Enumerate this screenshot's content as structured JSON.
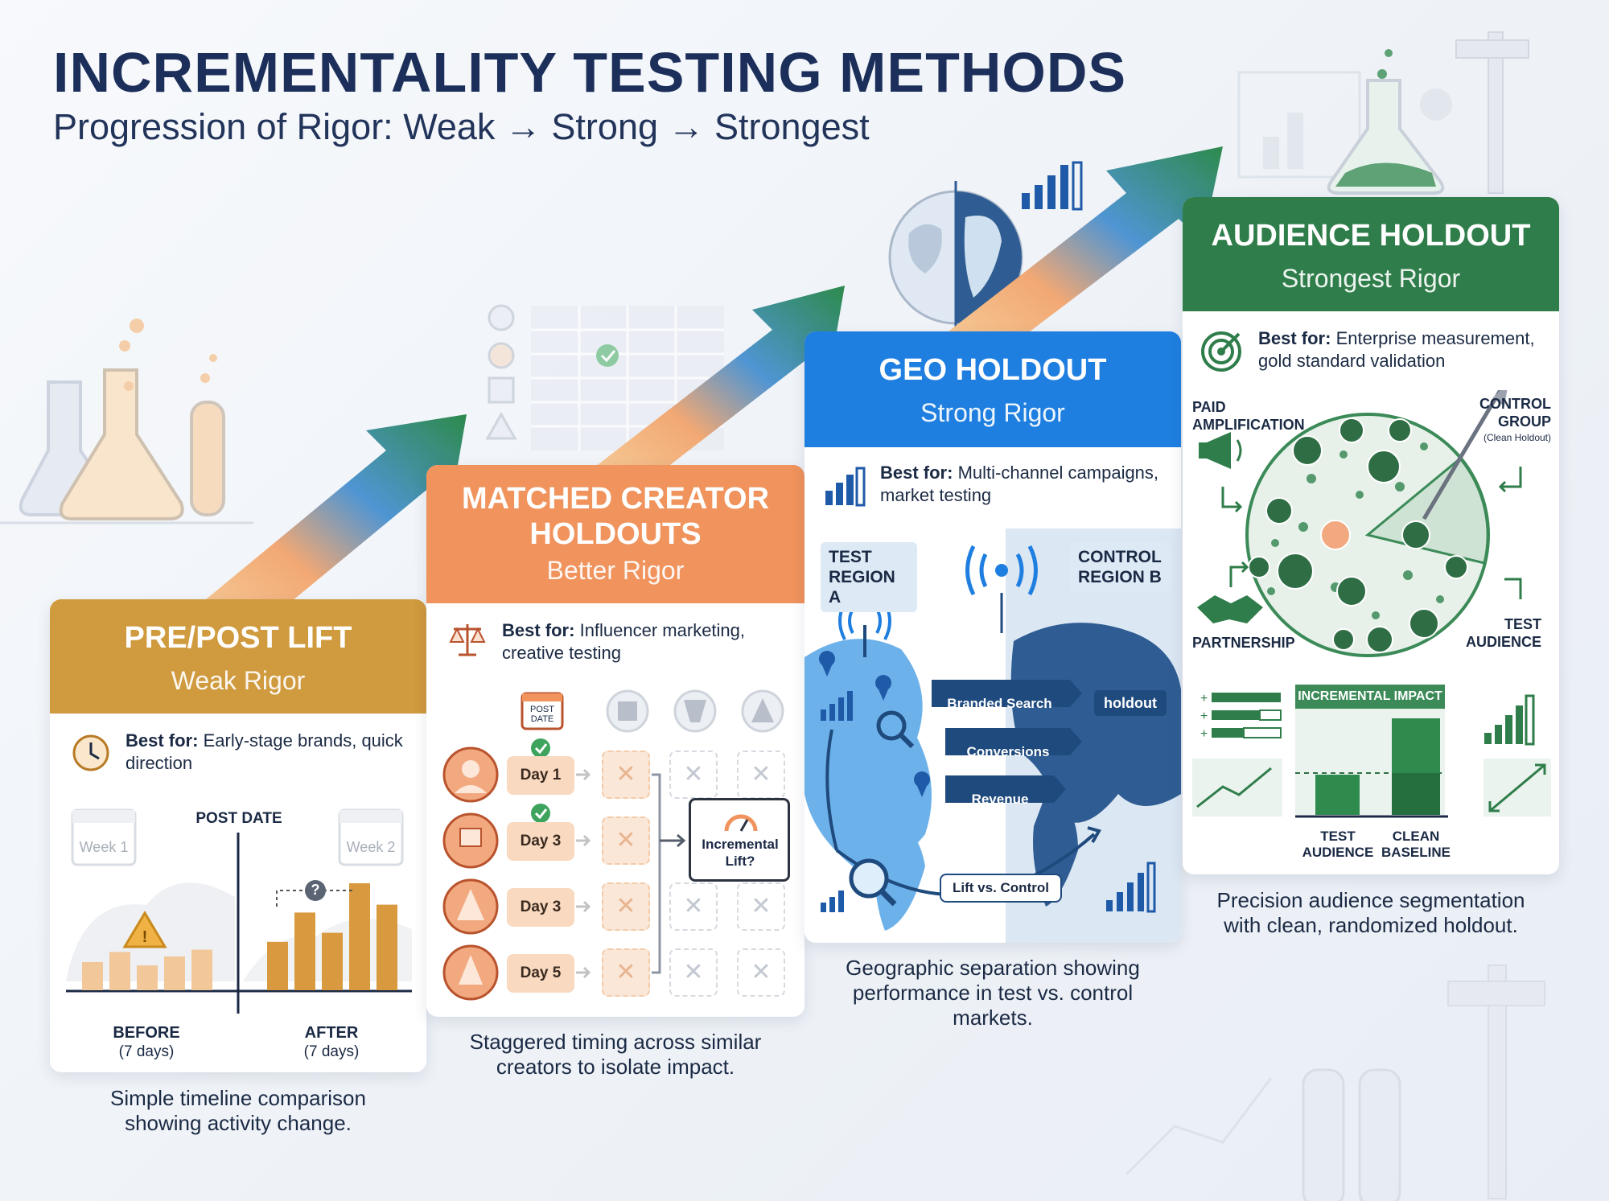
{
  "header": {
    "title": "INCREMENTALITY TESTING METHODS",
    "subtitle": "Progression of Rigor: Weak → Strong → Strongest"
  },
  "colors": {
    "navy": "#1c2f5a",
    "pre_post": "#d09a3e",
    "matched": "#f0935c",
    "geo": "#1f7fe0",
    "audience": "#2f7d4a"
  },
  "cards": {
    "pre_post": {
      "title": "PRE/POST LIFT",
      "rigor": "Weak Rigor",
      "best_for_label": "Best for:",
      "best_for_text": "Early-stage brands, quick direction",
      "post_date": "POST DATE",
      "week1": "Week 1",
      "week2": "Week 2",
      "before": "BEFORE",
      "before_sub": "(7 days)",
      "after": "AFTER",
      "after_sub": "(7 days)",
      "question": "?",
      "before_bars": [
        0.25,
        0.34,
        0.22,
        0.3,
        0.36
      ],
      "after_bars": [
        0.43,
        0.69,
        0.51,
        0.95,
        0.76
      ],
      "caption": "Simple timeline comparison showing activity change."
    },
    "matched": {
      "title_line1": "MATCHED CREATOR",
      "title_line2": "HOLDOUTS",
      "rigor": "Better Rigor",
      "best_for_label": "Best for:",
      "best_for_text": "Influencer marketing, creative testing",
      "post_date_icon": "POST DATE",
      "days": [
        "Day 1",
        "Day 3",
        "Day 3",
        "Day 5"
      ],
      "lift_card": "Incremental Lift?",
      "caption": "Staggered timing across similar creators to isolate impact."
    },
    "geo": {
      "title": "GEO HOLDOUT",
      "rigor": "Strong Rigor",
      "best_for_label": "Best for:",
      "best_for_text": "Multi-channel campaigns, market testing",
      "test_region": "TEST REGION A",
      "control_region": "CONTROL REGION B",
      "flows": [
        "Branded Search",
        "Conversions",
        "Revenue"
      ],
      "holdout": "holdout",
      "lift_label": "Lift vs. Control",
      "caption": "Geographic separation showing performance in test vs. control markets."
    },
    "audience": {
      "title": "AUDIENCE HOLDOUT",
      "rigor": "Strongest Rigor",
      "best_for_label": "Best for:",
      "best_for_text": "Enterprise measurement, gold standard validation",
      "paid": "PAID AMPLIFICATION",
      "control_group": "CONTROL GROUP",
      "clean_holdout": "(Clean Holdout)",
      "partnership": "PARTNERSHIP",
      "test_audience": "TEST AUDIENCE",
      "impact_title": "INCREMENTAL IMPACT",
      "bar_test": "TEST AUDIENCE",
      "bar_clean": "CLEAN BASELINE",
      "caption": "Precision audience segmentation with clean, randomized holdout."
    }
  }
}
